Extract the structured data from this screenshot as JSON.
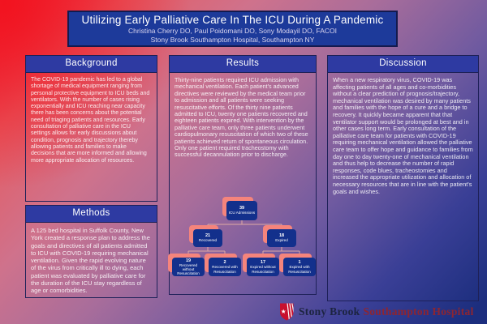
{
  "banner": {
    "title": "Utilizing Early Palliative Care In The ICU During A Pandemic",
    "authors": "Christina Cherry DO, Paul Poidomani DO, Sony Modayil DO, FACOI",
    "affiliation": "Stony Brook Southampton Hospital, Southampton NY"
  },
  "sections": {
    "background": {
      "heading": "Background",
      "body": "The COVID-19 pandemic has led to a global shortage of medical equipment ranging from personal protective equipment to ICU beds and ventilators. With the number of cases rising exponentially and ICU reaching near capacity there has been concerns about the potential need of triaging patients and resources. Early consultation of palliative care in the ICU settings allows for early discussions about condition, prognosis and trajectory thereby allowing patients and families to make decisions that are more informed and allowing more appropriate allocation of resources."
    },
    "methods": {
      "heading": "Methods",
      "body": "A 125 bed hospital in Suffolk County, New York created a response plan to address the goals and directives of all patients admitted to ICU with COVID-19 requiring mechanical ventilation. Given the rapid evolving nature of the virus from critically ill to dying, each patient was evaluated by palliative care for the duration of the ICU stay regardless of age or comorbidities."
    },
    "results": {
      "heading": "Results",
      "body": "Thirty-nine patients required ICU admission with mechanical ventilation. Each patient's advanced directives were reviewed by the medical team prior to admission and all patients were seeking resuscitative efforts. Of the thirty nine patients admitted to ICU, twenty one patients recovered and eighteen patients expired. With intervention by the palliative care team, only three patients underwent cardiopulmonary resuscitation of which two of these patients achieved return of spontaneous circulation. Only one patient required tracheostomy with successful decannulation prior to discharge."
    },
    "discussion": {
      "heading": "Discussion",
      "body": "When a new respiratory virus, COVID-19 was affecting patients of all ages and co-morbidities without a clear prediction of prognosis/trajectory, mechanical ventilation was desired by many patients and families with the hope of a cure and a bridge to recovery. It quickly became apparent that that ventilator support would be prolonged at best and in other cases long term. Early consultation of the palliative care team for patients with COVID-19 requiring mechanical ventilation allowed the palliative care team to offer hope and guidance to families from day one to day twenty-one of mechanical ventilation and thus help to decrease the number of rapid responses, code blues, tracheostomies and increased the appropriate utilization and allocation of necessary resources that are in line with the patient's goals and wishes."
    }
  },
  "chart_data": {
    "type": "flowchart-tree",
    "title": "ICU admission outcomes",
    "nodes": [
      {
        "id": "root",
        "parent": null,
        "value": "39",
        "label": "ICU Admissions"
      },
      {
        "id": "recovered",
        "parent": "root",
        "value": "21",
        "label": "Recovered"
      },
      {
        "id": "expired",
        "parent": "root",
        "value": "18",
        "label": "Expired"
      },
      {
        "id": "recovered-without-resuscitation",
        "parent": "recovered",
        "value": "19",
        "label": "Recovered without Resuscitation"
      },
      {
        "id": "recovered-with-resuscitation",
        "parent": "recovered",
        "value": "2",
        "label": "Recovered with Resuscitation"
      },
      {
        "id": "expired-without-resuscitation",
        "parent": "expired",
        "value": "17",
        "label": "Expired without Resuscitation"
      },
      {
        "id": "expired-with-resuscitation",
        "parent": "expired",
        "value": "1",
        "label": "Expired with Resuscitation"
      }
    ]
  },
  "logo": {
    "name": "Stony Brook",
    "suffix": "Southampton Hospital"
  },
  "colors": {
    "banner_blue": "#1d3a9a",
    "section_header_blue": "#2e3aa2",
    "flow_node_blue": "#13308c",
    "flow_node_shadow_salmon": "#f5847c",
    "gradient_red": "#ef2438",
    "gradient_dark_blue": "#1c2e7e",
    "brand_navy": "#1c2440",
    "brand_red": "#8e2531"
  }
}
